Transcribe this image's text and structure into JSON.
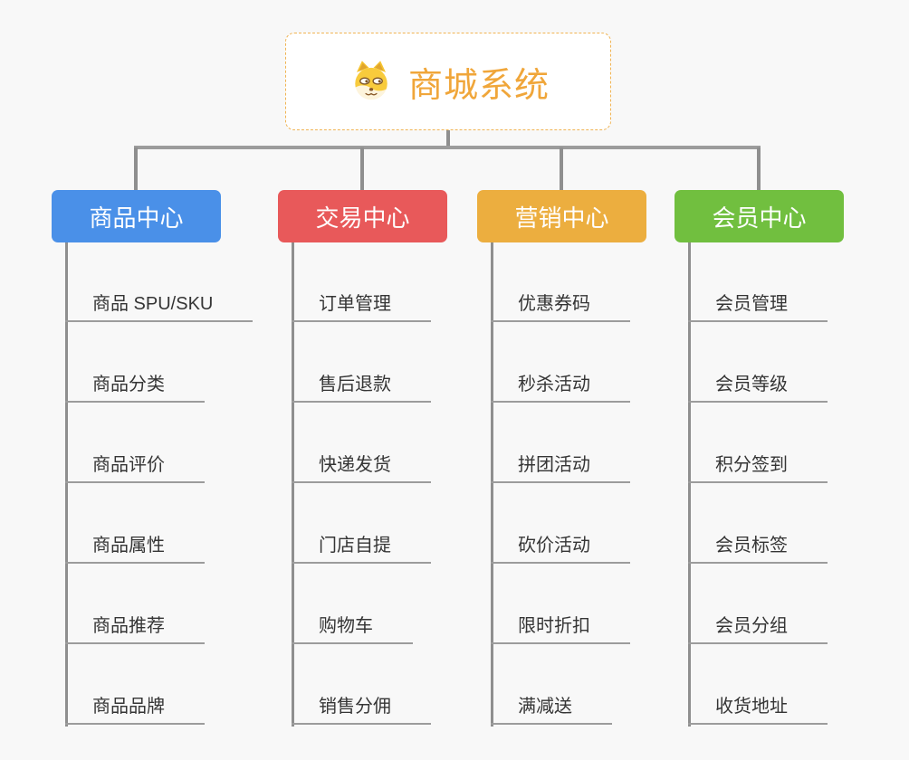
{
  "root": {
    "title": "商城系统",
    "icon": "dog-face-icon"
  },
  "colors": {
    "background": "#f8f8f8",
    "root_border": "#f0b454",
    "root_title": "#f0a63a",
    "connector": "#8f8f8f",
    "leaf_text": "#353535",
    "leaf_underline": "#9c9c9c",
    "branch_product": "#4a90e8",
    "branch_trade": "#e8595a",
    "branch_marketing": "#ecae3f",
    "branch_member": "#71bf3f"
  },
  "branches": [
    {
      "label": "商品中心",
      "color": "#4a90e8",
      "children": [
        "商品 SPU/SKU",
        "商品分类",
        "商品评价",
        "商品属性",
        "商品推荐",
        "商品品牌"
      ]
    },
    {
      "label": "交易中心",
      "color": "#e8595a",
      "children": [
        "订单管理",
        "售后退款",
        "快递发货",
        "门店自提",
        "购物车",
        "销售分佣"
      ]
    },
    {
      "label": "营销中心",
      "color": "#ecae3f",
      "children": [
        "优惠券码",
        "秒杀活动",
        "拼团活动",
        "砍价活动",
        "限时折扣",
        "满减送"
      ]
    },
    {
      "label": "会员中心",
      "color": "#71bf3f",
      "children": [
        "会员管理",
        "会员等级",
        "积分签到",
        "会员标签",
        "会员分组",
        "收货地址"
      ]
    }
  ]
}
